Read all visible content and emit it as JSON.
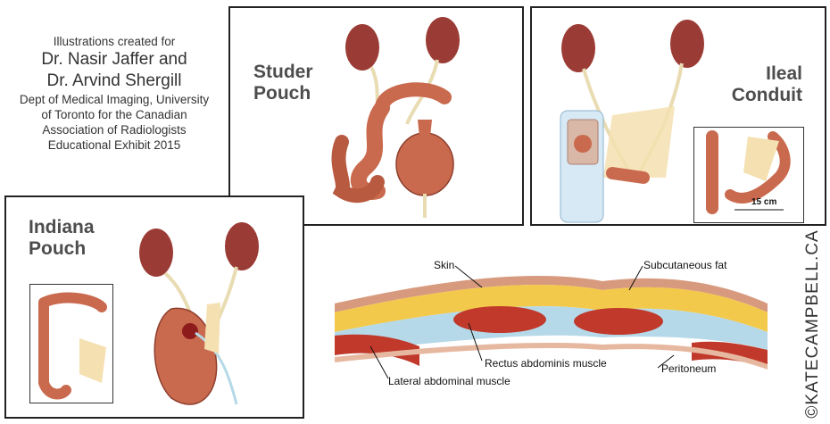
{
  "credit": {
    "line1": "Illustrations created for",
    "line2": "Dr. Nasir Jaffer and",
    "line3": "Dr. Arvind Shergill",
    "line4": "Dept of Medical Imaging, University",
    "line5": "of Toronto for the Canadian",
    "line6": "Association of Radiologists",
    "line7": "Educational Exhibit 2015"
  },
  "panels": {
    "studer": {
      "title_line1": "Studer",
      "title_line2": "Pouch"
    },
    "ileal": {
      "title_line1": "Ileal",
      "title_line2": "Conduit",
      "inset_measure": "15 cm"
    },
    "indiana": {
      "title_line1": "Indiana",
      "title_line2": "Pouch"
    }
  },
  "cross_section": {
    "labels": {
      "skin": "Skin",
      "subcutaneous_fat": "Subcutaneous fat",
      "rectus": "Rectus abdominis muscle",
      "lateral": "Lateral abdominal muscle",
      "peritoneum": "Peritoneum"
    }
  },
  "watermark": "©KATECAMPBELL.CA",
  "colors": {
    "kidney": "#9b3b35",
    "bowel": "#c96a4e",
    "ureter": "#e9dcb3",
    "fat": "#f3c94c",
    "fascia": "#b5d9e8",
    "muscle": "#c0392b",
    "frame": "#222222"
  }
}
